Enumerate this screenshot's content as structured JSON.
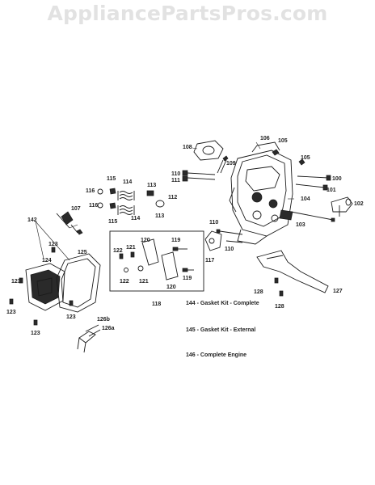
{
  "watermark": "AppliancePartsPros.com",
  "labels": {
    "l106": "106",
    "l105a": "105",
    "l105b": "105",
    "l108": "108",
    "l109": "109",
    "l110a": "110",
    "l111": "111",
    "l100": "100",
    "l101": "101",
    "l104": "104",
    "l102": "102",
    "l103": "103",
    "l115a": "115",
    "l114a": "114",
    "l113a": "113",
    "l116a": "116",
    "l116b": "116",
    "l115b": "115",
    "l114b": "114",
    "l113b": "113",
    "l112": "112",
    "l107": "107",
    "l142": "142",
    "l110b": "110",
    "l110c": "110",
    "l117": "117",
    "l123a": "123",
    "l124": "124",
    "l125": "125",
    "l120a": "120",
    "l119a": "119",
    "l122a": "122",
    "l121a": "121",
    "l122b": "122",
    "l121b": "121",
    "l120b": "120",
    "l119b": "119",
    "l118": "118",
    "l128a": "128",
    "l127": "127",
    "l128b": "128",
    "l123b": "123",
    "l123c": "123",
    "l123d": "123",
    "l123e": "123",
    "l126b": "126b",
    "l126a": "126a"
  },
  "notes": {
    "n144": "144 - Gasket Kit - Complete",
    "n145": "145 - Gasket Kit - External",
    "n146": "146 - Complete Engine"
  }
}
